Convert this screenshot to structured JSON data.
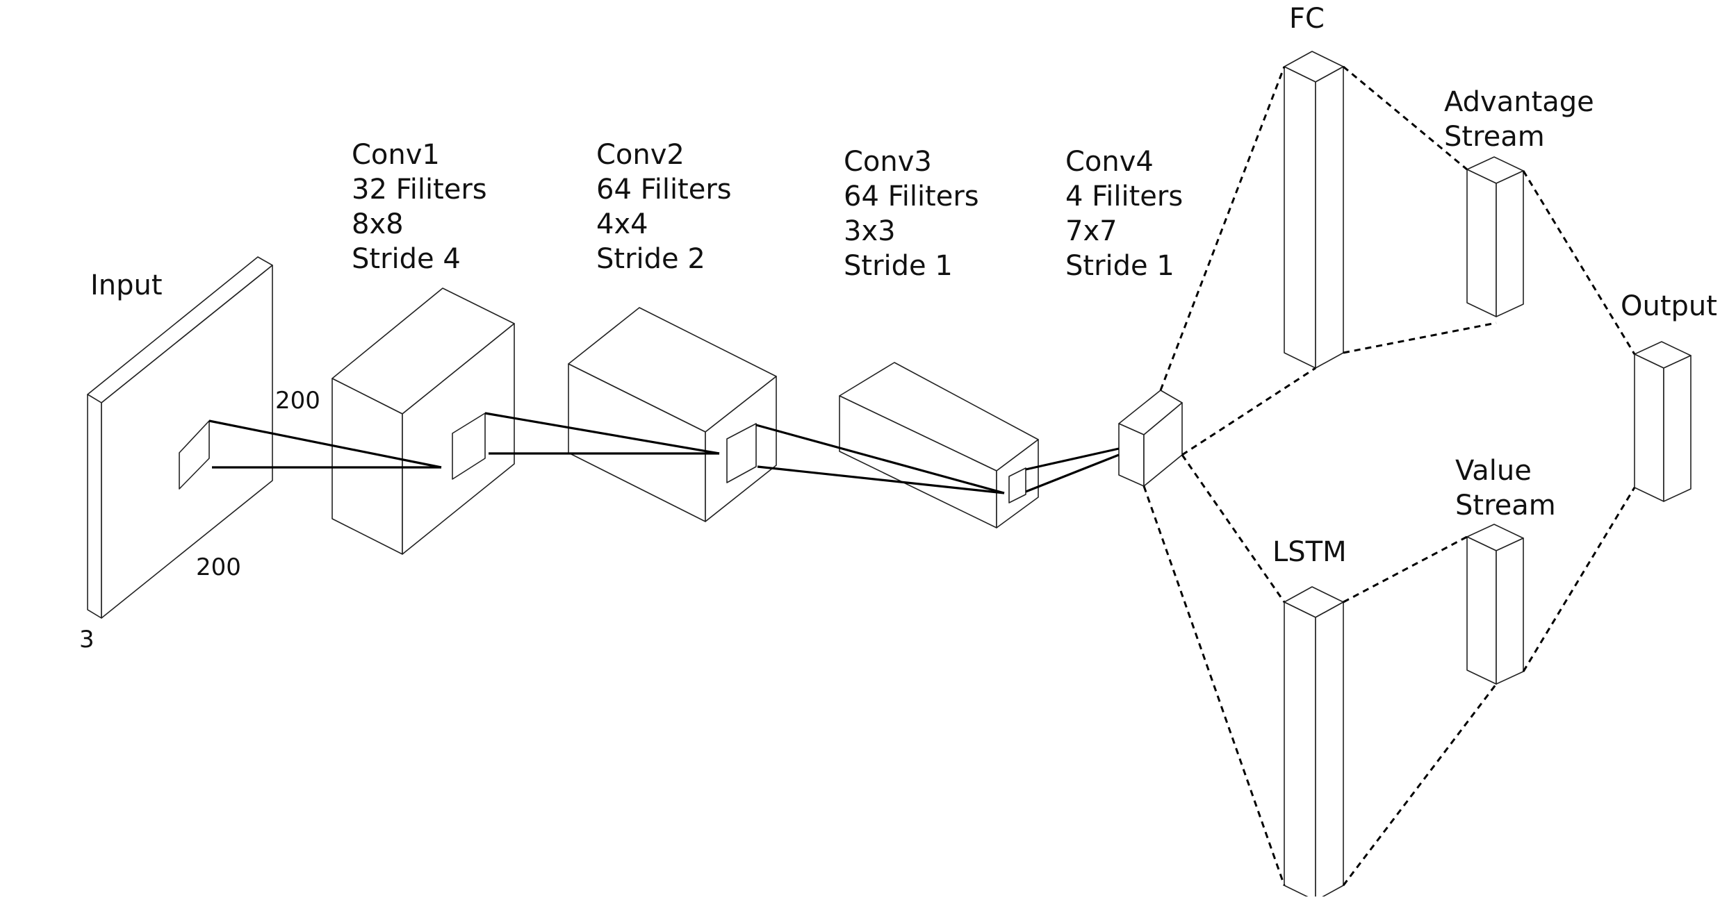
{
  "layers": {
    "input": {
      "name": "Input",
      "width": "200",
      "height": "200",
      "depth": "3"
    },
    "conv1": {
      "name": "Conv1",
      "filters": "32 Filiters",
      "kernel": "8x8",
      "stride": "Stride 4"
    },
    "conv2": {
      "name": "Conv2",
      "filters": "64 Filiters",
      "kernel": "4x4",
      "stride": "Stride 2"
    },
    "conv3": {
      "name": "Conv3",
      "filters": "64 Filiters",
      "kernel": "3x3",
      "stride": "Stride 1"
    },
    "conv4": {
      "name": "Conv4",
      "filters": "4 Filiters",
      "kernel": "7x7",
      "stride": "Stride 1"
    },
    "fc": {
      "name": "FC"
    },
    "lstm": {
      "name": "LSTM"
    },
    "advantage": {
      "line1": "Advantage",
      "line2": "Stream"
    },
    "value": {
      "line1": "Value",
      "line2": "Stream"
    },
    "output": {
      "name": "Output"
    }
  },
  "colors": {
    "stroke": "#222222",
    "background": "#ffffff"
  }
}
